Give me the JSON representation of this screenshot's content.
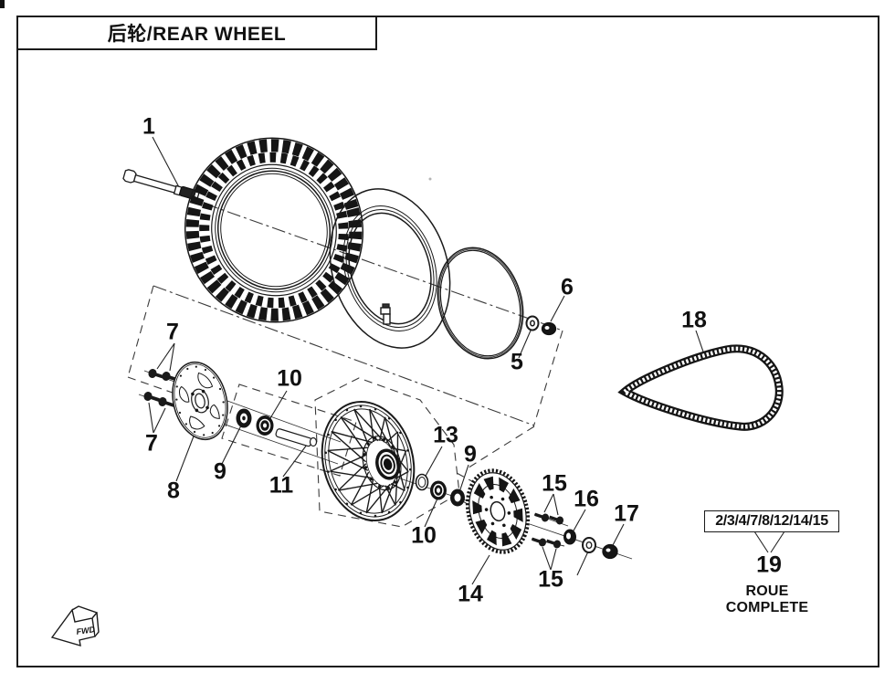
{
  "page": {
    "title": "后轮/REAR WHEEL"
  },
  "callouts": [
    {
      "label": "1"
    },
    {
      "label": "5"
    },
    {
      "label": "6"
    },
    {
      "label": "7"
    },
    {
      "label": "7"
    },
    {
      "label": "8"
    },
    {
      "label": "9"
    },
    {
      "label": "9"
    },
    {
      "label": "10"
    },
    {
      "label": "10"
    },
    {
      "label": "11"
    },
    {
      "label": "13"
    },
    {
      "label": "14"
    },
    {
      "label": "15"
    },
    {
      "label": "15"
    },
    {
      "label": "16"
    },
    {
      "label": "17"
    },
    {
      "label": "18"
    },
    {
      "label": "19"
    }
  ],
  "legend": {
    "ref_box": "2/3/4/7/8/12/14/15",
    "ref_callout": "19",
    "caption": "ROUE COMPLETE"
  },
  "fwd_marker": {
    "label": "FWD"
  },
  "colors": {
    "line": "#1a1a1a",
    "background": "#ffffff"
  }
}
